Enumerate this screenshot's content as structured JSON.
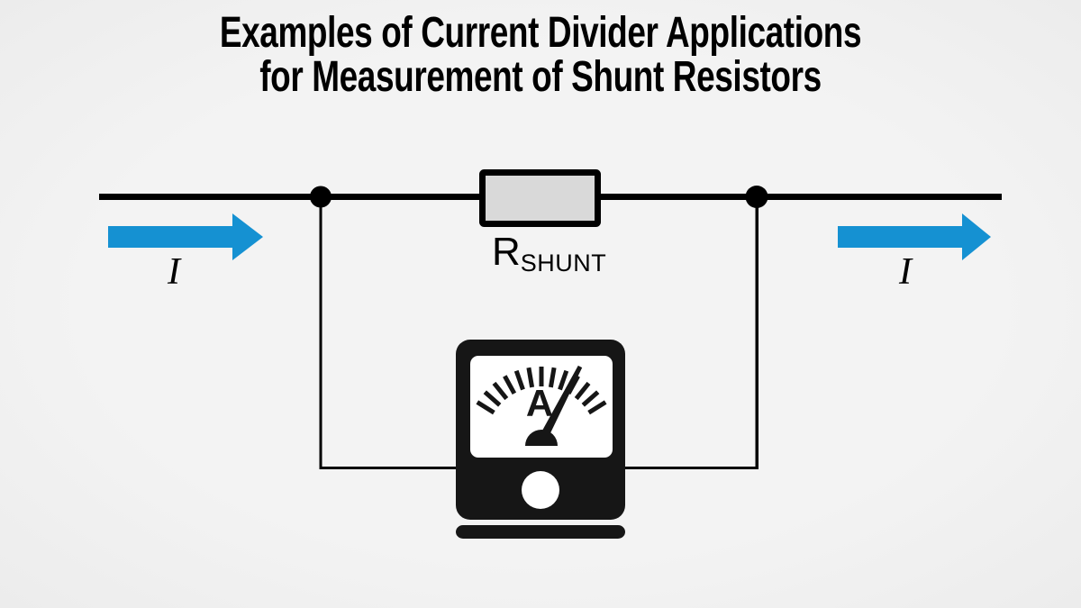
{
  "title": {
    "line1": "Examples of Current Divider Applications",
    "line2": "for Measurement of Shunt Resistors"
  },
  "diagram": {
    "resistor_label": {
      "main": "R",
      "subscript": "SHUNT"
    },
    "current_in_label": "I",
    "current_out_label": "I",
    "ammeter_label": "A"
  },
  "colors": {
    "background": "#f2f2f2",
    "wire": "#000000",
    "arrow_blue": "#1591d2",
    "resistor_fill": "#d9d9d9",
    "meter_black": "#161616",
    "dial_white": "#ffffff",
    "text": "#000000"
  }
}
